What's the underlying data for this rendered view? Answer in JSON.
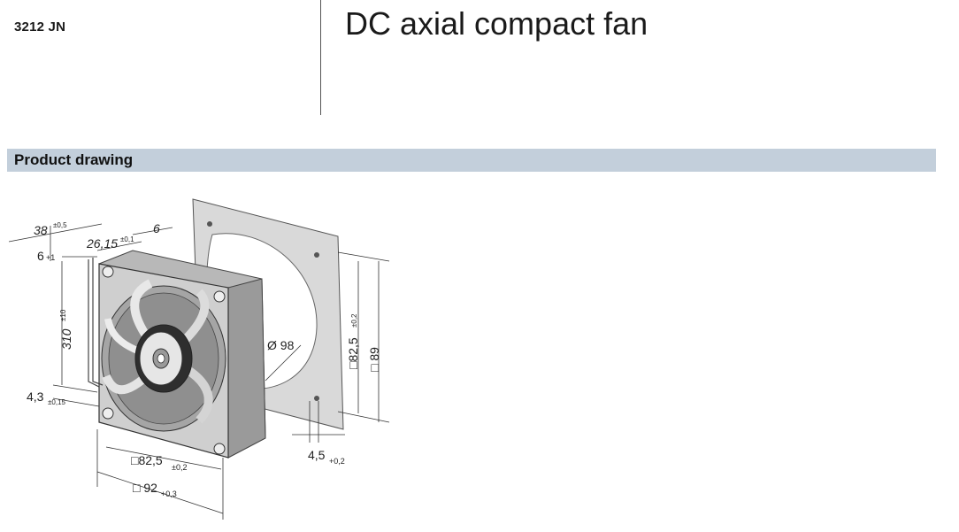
{
  "header": {
    "model": "3212 JN",
    "title": "DC axial compact fan"
  },
  "section": {
    "label": "Product drawing"
  },
  "drawing": {
    "dim_depth": "38",
    "dim_depth_tol": "±0,5",
    "dim_body": "26,15",
    "dim_body_tol": "±0,1",
    "dim_flange": "6",
    "dim_lead_offset": "6",
    "dim_lead_offset_tol": "+1",
    "dim_lead_length": "310",
    "dim_lead_length_tol": "±10",
    "dim_hole_height": "4,3",
    "dim_hole_height_tol": "±0,15",
    "dim_hole_spacing": "□82,5",
    "dim_hole_spacing_tol": "±0,2",
    "dim_width": "□ 92",
    "dim_width_tol": "+0,3",
    "dim_cutout": "Ø 98",
    "dim_panel_hole_spacing": "□82,5",
    "dim_panel_hole_spacing_tol": "±0,2",
    "dim_panel_size": "□ 89",
    "dim_panel_hole": "4,5",
    "dim_panel_hole_tol": "+0,2"
  }
}
